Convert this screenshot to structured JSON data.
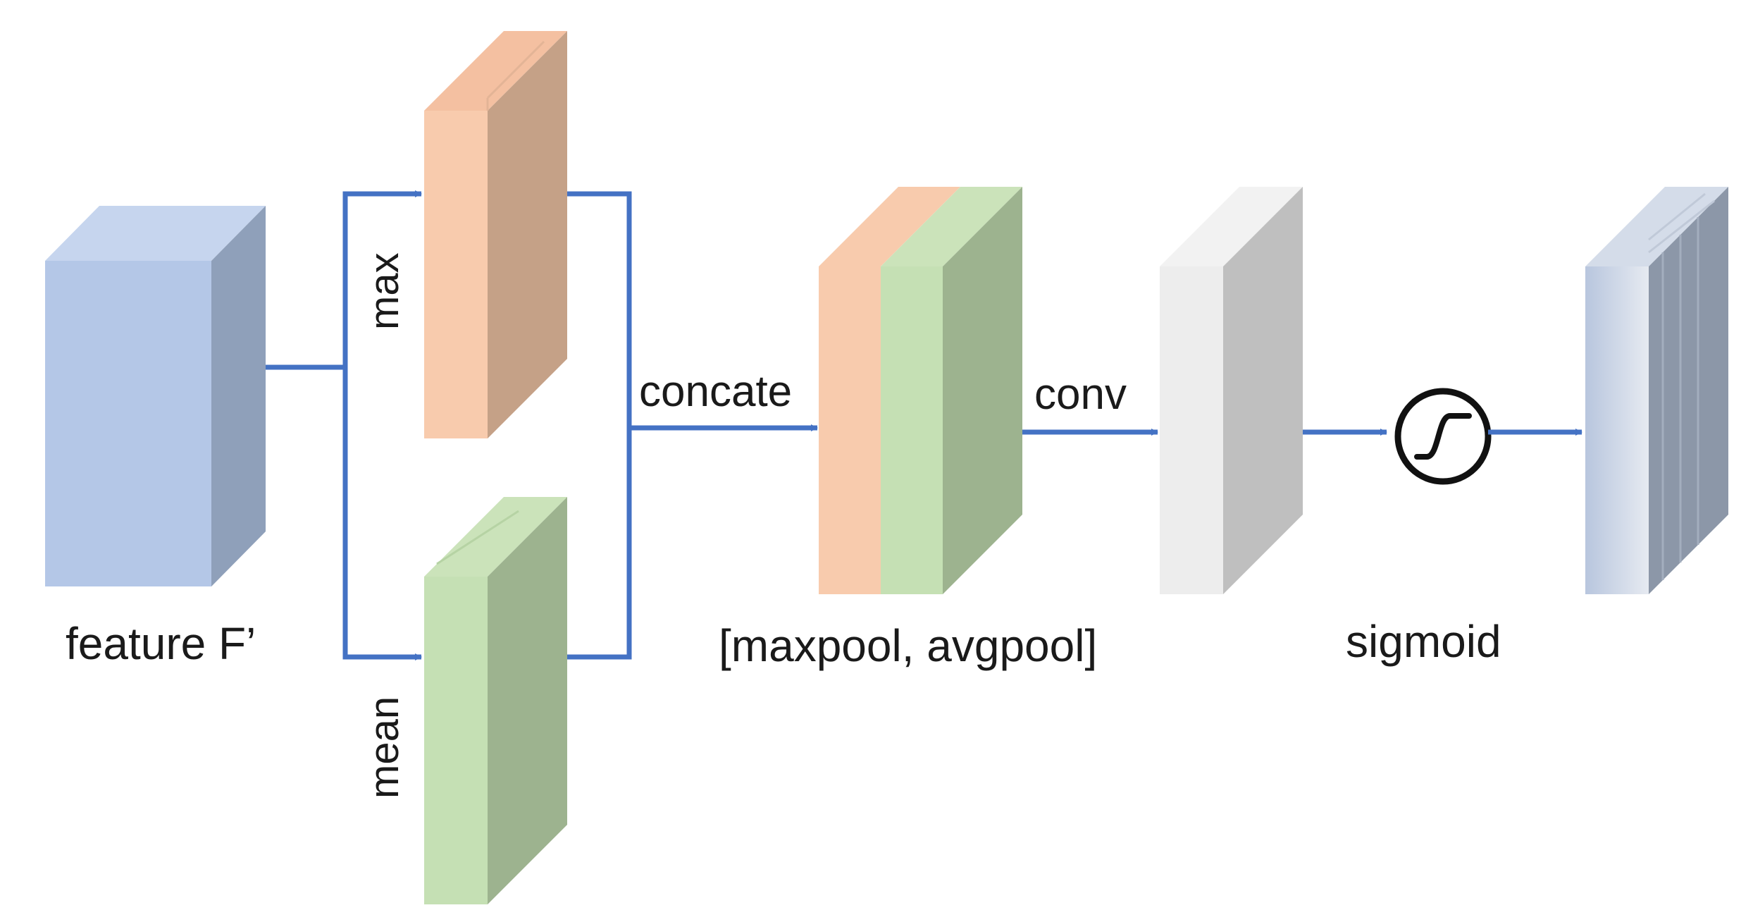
{
  "diagram": {
    "labels": {
      "feature": "feature F’",
      "max": "max",
      "mean": "mean",
      "concate": "concate",
      "concat_result": "[maxpool,   avgpool]",
      "conv": "conv",
      "sigmoid": "sigmoid"
    },
    "colors": {
      "arrow": "#4472C4",
      "feature_front": "#B4C7E7",
      "feature_top": "#C6D5EE",
      "feature_side": "#8FA0BA",
      "max_front": "#F8CBAD",
      "max_side": "#C5A187",
      "mean_front": "#C5E0B4",
      "mean_side": "#9DB38F",
      "conv_front": "#EDEDED",
      "conv_side": "#BFBFBF",
      "output_side": "#8C97A8",
      "sigmoid_ring": "#111111"
    },
    "icons": {
      "sigmoid": "sigmoid-curve-icon"
    }
  }
}
